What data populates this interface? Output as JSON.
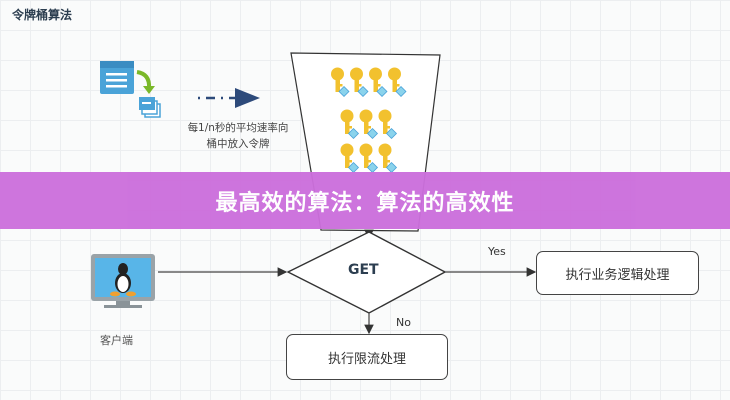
{
  "title": "令牌桶算法",
  "caption": [
    "每1/n秒的平均速率向",
    "桶中放入令牌"
  ],
  "banner": "最高效的算法：算法的高效性",
  "client_label": "客户端",
  "decision": "GET",
  "yes_label": "Yes",
  "no_label": "No",
  "yes_box": "执行业务逻辑处理",
  "no_box": "执行限流处理",
  "icons": {
    "token_generator": "document-stack-icon",
    "client": "linux-monitor-icon",
    "token": "key-icon"
  },
  "colors": {
    "banner": "#cc6fdc",
    "key": "#f2c12e",
    "doc": "#4aa3d8",
    "arrow_green": "#7ab829"
  },
  "bucket_keys_rows": [
    4,
    3,
    3
  ]
}
